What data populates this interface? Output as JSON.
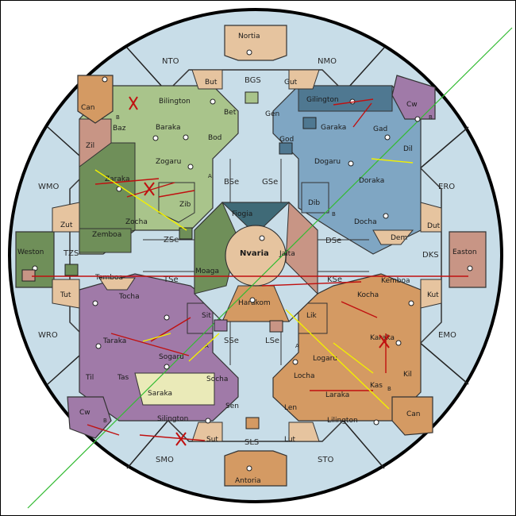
{
  "board": {
    "territories": {
      "nortia": "Nortia",
      "antoria": "Antoria",
      "weston": "Weston",
      "easton": "Easton",
      "nvaria": "Nvaria",
      "fiogia": "Fiogia",
      "jalta": "Jalta",
      "harakom": "Harakom",
      "moaga": "Moaga",
      "bgs": "BGS",
      "sls": "SLS",
      "tzs": "TZS",
      "dks": "DKS",
      "bse": "BSe",
      "gse": "GSe",
      "dse": "DSe",
      "kse": "KSe",
      "lse": "LSe",
      "sse": "SSe",
      "tse": "TSe",
      "zse": "ZSe",
      "nto": "NTO",
      "nmo": "NMO",
      "ero": "ERO",
      "emo": "EMO",
      "sto": "STO",
      "smo": "SMO",
      "wro": "WRO",
      "wmo": "WMO",
      "bilington": "Bilington",
      "baraka": "Baraka",
      "baz": "Baz",
      "bod": "Bod",
      "bet": "Bet",
      "but": "But",
      "can": "Can",
      "zil": "Zil",
      "gilington": "Gilington",
      "garaka": "Garaka",
      "gad": "Gad",
      "god": "God",
      "gen": "Gen",
      "gut": "Gut",
      "cw": "Cw",
      "dil": "Dil",
      "dogaru": "Dogaru",
      "doraka": "Doraka",
      "docha": "Docha",
      "dib": "Dib",
      "dem": "Dem",
      "dut": "Dut",
      "kemboa": "Kemboa",
      "kut": "Kut",
      "kocha": "Kocha",
      "karaka": "Karaka",
      "kil": "Kil",
      "kas": "Kas",
      "can2": "Can",
      "lik": "Lik",
      "logaru": "Logaru",
      "locha": "Locha",
      "laraka": "Laraka",
      "lilington": "Lilington",
      "len": "Len",
      "lut": "Lut",
      "sit": "Sit",
      "sogaru": "Sogaru",
      "socha": "Socha",
      "saraka": "Saraka",
      "silington": "Silington",
      "sen": "Sen",
      "sut": "Sut",
      "cw2": "Cw",
      "tocha": "Tocha",
      "taraka": "Taraka",
      "til": "Til",
      "tas": "Tas",
      "tut": "Tut",
      "temboa": "Temboa",
      "zaraka": "Zaraka",
      "zogaru": "Zogaru",
      "zocha": "Zocha",
      "zib": "Zib",
      "zut": "Zut",
      "zemboa": "Zemboa"
    },
    "markers": {
      "a": "A",
      "b": "B"
    },
    "colors": {
      "sea": "#c8dde8",
      "sand": "#e6c49f",
      "orange": "#d49a63",
      "lightgreen": "#a9c48b",
      "darkgreen": "#6f8f59",
      "rose": "#c89585",
      "blue": "#7fa6c3",
      "darkblue": "#4f7891",
      "teal": "#3f6a77",
      "purple": "#a07aa8",
      "lilac": "#b894be",
      "cream": "#eaeab8",
      "red": "#c01010",
      "yellow": "#f2f000",
      "green": "#33bb33"
    }
  }
}
